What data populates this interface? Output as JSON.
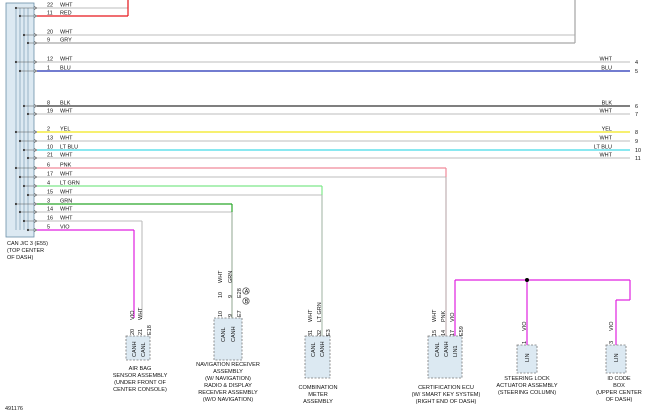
{
  "junction": {
    "caption": [
      "CAN J/C 3 (E55)",
      "(TOP CENTER",
      "OF DASH)"
    ]
  },
  "buses": [
    {
      "pin": "22",
      "label": "WHT",
      "color": "#bdbdbd"
    },
    {
      "pin": "11",
      "label": "RED",
      "color": "#e8171c"
    },
    {
      "pin": "20",
      "label": "WHT",
      "color": "#bdbdbd"
    },
    {
      "pin": "9",
      "label": "GRY",
      "color": "#a7a7a7"
    },
    {
      "pin": "12",
      "label": "WHT",
      "color": "#bdbdbd",
      "right_label": "WHT",
      "right_num": "4"
    },
    {
      "pin": "1",
      "label": "BLU",
      "color": "#1d2fb5",
      "right_label": "BLU",
      "right_num": "5"
    },
    {
      "pin": "8",
      "label": "BLK",
      "color": "#333333",
      "right_label": "BLK",
      "right_num": "6"
    },
    {
      "pin": "19",
      "label": "WHT",
      "color": "#bdbdbd",
      "right_label": "WHT",
      "right_num": "7"
    },
    {
      "pin": "2",
      "label": "YEL",
      "color": "#f2e81a",
      "right_label": "YEL",
      "right_num": "8"
    },
    {
      "pin": "13",
      "label": "WHT",
      "color": "#bdbdbd",
      "right_label": "WHT",
      "right_num": "9"
    },
    {
      "pin": "10",
      "label": "LT BLU",
      "color": "#45dbe6",
      "right_label": "LT BLU",
      "right_num": "10"
    },
    {
      "pin": "21",
      "label": "WHT",
      "color": "#bdbdbd",
      "right_label": "WHT",
      "right_num": "11"
    },
    {
      "pin": "6",
      "label": "PNK",
      "color": "#f08a9a"
    },
    {
      "pin": "17",
      "label": "WHT",
      "color": "#bdbdbd"
    },
    {
      "pin": "4",
      "label": "LT GRN",
      "color": "#7ee88a"
    },
    {
      "pin": "15",
      "label": "WHT",
      "color": "#bdbdbd"
    },
    {
      "pin": "3",
      "label": "GRN",
      "color": "#2aa82a"
    },
    {
      "pin": "14",
      "label": "WHT",
      "color": "#bdbdbd"
    },
    {
      "pin": "16",
      "label": "WHT",
      "color": "#bdbdbd"
    },
    {
      "pin": "5",
      "label": "VIO",
      "color": "#e020e0"
    }
  ],
  "components": {
    "airbag": {
      "wire_labels": [
        "VIO",
        "WHT"
      ],
      "pins": [
        "20",
        "21"
      ],
      "conn_id": "E18",
      "pin_names": [
        "CANH",
        "CANL"
      ],
      "caption": [
        "AIR BAG",
        "SENSOR ASSEMBLY",
        "(UNDER FRONT OF",
        "CENTER CONSOLE)"
      ]
    },
    "nav": {
      "wire_labels": [
        "WHT",
        "GRN"
      ],
      "pins": [
        "10",
        "9"
      ],
      "conn_ids": [
        "E28",
        "E7"
      ],
      "circle_ids": [
        "A",
        "B"
      ],
      "pin_names": [
        "CANL",
        "CANH"
      ],
      "caption": [
        "NAVIGATION RECEIVER",
        "ASSEMBLY",
        "(W/ NAVIGATION)",
        "RADIO & DISPLAY",
        "RECEIVER ASSEMBLY",
        "(W/O NAVIGATION)"
      ]
    },
    "meter": {
      "wire_labels": [
        "WHT",
        "LT GRN"
      ],
      "pins": [
        "31",
        "32"
      ],
      "conn_id": "E3",
      "pin_names": [
        "CANL",
        "CANH"
      ],
      "caption": [
        "COMBINATION",
        "METER",
        "ASSEMBLY"
      ]
    },
    "cert": {
      "wire_labels": [
        "WHT",
        "PNK",
        "VIO"
      ],
      "pins": [
        "15",
        "14",
        "17"
      ],
      "conn_id": "E59",
      "pin_names": [
        "CANL",
        "CANH",
        "LIN1"
      ],
      "caption": [
        "CERTIFICATION ECU",
        "(W/ SMART KEY SYSTEM)",
        "(RIGHT END OF DASH)"
      ]
    },
    "steering": {
      "wire_labels": [
        "VIO"
      ],
      "pins": [
        "1"
      ],
      "pin_names": [
        "LIN"
      ],
      "caption": [
        "STEERING LOCK",
        "ACTUATOR ASSEMBLY",
        "(STEERING COLUMN)"
      ]
    },
    "idcode": {
      "wire_labels": [
        "VIO"
      ],
      "pins": [
        "3"
      ],
      "pin_names": [
        "LIN"
      ],
      "caption": [
        "ID CODE",
        "BOX",
        "(UPPER CENTER",
        "OF DASH)"
      ]
    }
  },
  "figure_id": "491176"
}
